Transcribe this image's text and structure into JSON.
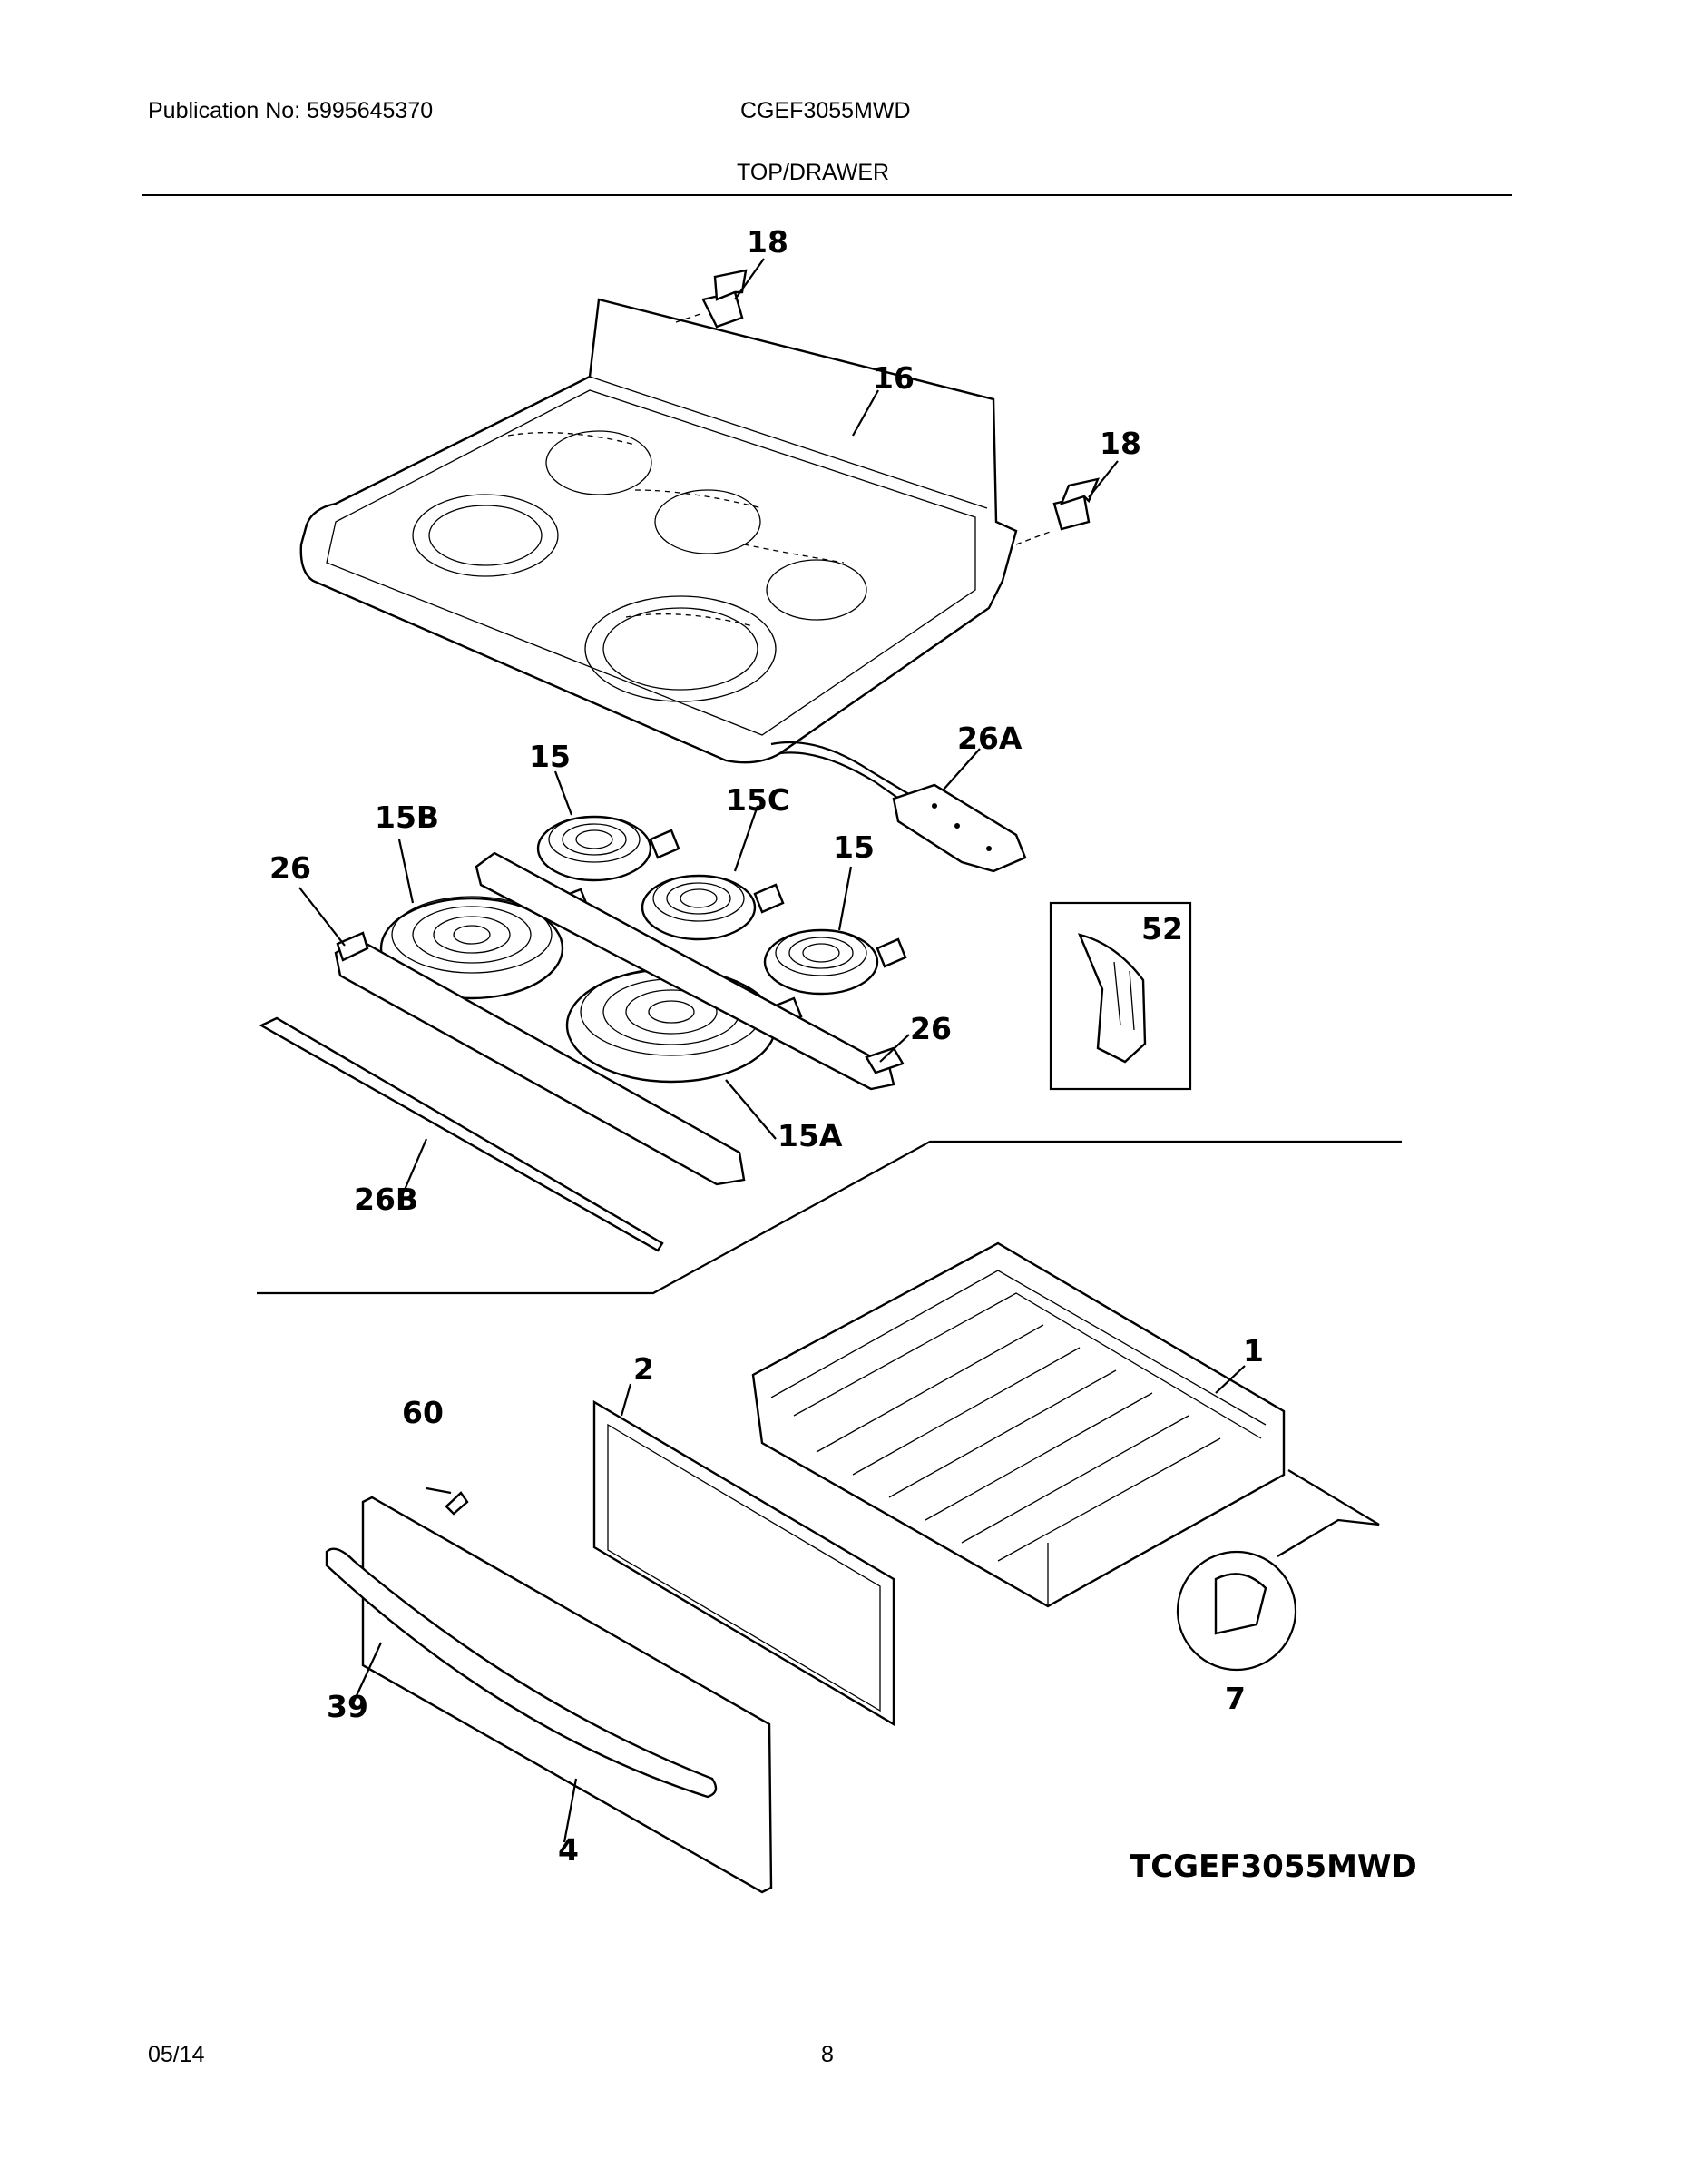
{
  "header": {
    "publication": "Publication No: 5995645370",
    "model": "CGEF3055MWD",
    "section": "TOP/DRAWER"
  },
  "footer": {
    "date": "05/14",
    "page": "8"
  },
  "diagram": {
    "reference_code": "TCGEF3055MWD",
    "callouts": [
      "18",
      "16",
      "18",
      "26A",
      "15",
      "15B",
      "15C",
      "15",
      "26",
      "52",
      "26",
      "15A",
      "26B",
      "1",
      "2",
      "60",
      "39",
      "4",
      "7"
    ]
  }
}
